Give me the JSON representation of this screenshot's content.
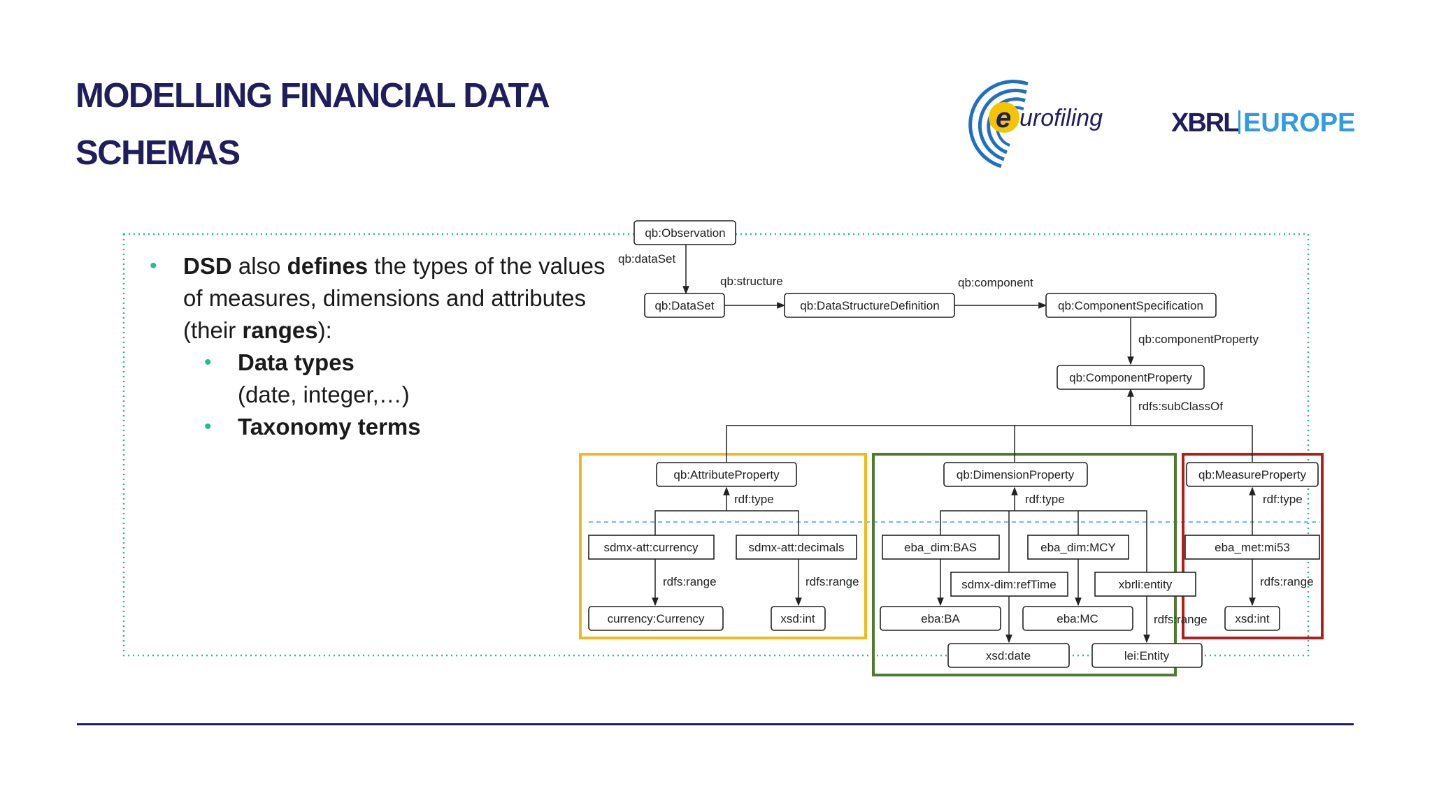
{
  "slide": {
    "title_line1": "MODELLING FINANCIAL DATA",
    "title_line2": "SCHEMAS"
  },
  "logos": {
    "eurofiling_e": "e",
    "eurofiling_text": "urofiling",
    "xbrl": "XBRL",
    "europe": "EUROPE",
    "colors": {
      "eurofiling_blue": "#1f6fc4",
      "eurofiling_yellow": "#f5c400",
      "xbrl_dark": "#1f1d5c",
      "europe_blue": "#2f9be0"
    }
  },
  "bullets": {
    "b1_bold1": "DSD",
    "b1_text1": " also ",
    "b1_bold2": "defines",
    "b1_text2": " the types of the values of measures, dimensions and attributes (their ",
    "b1_bold3": "ranges",
    "b1_text3": "):",
    "sub1_bold": "Data types",
    "sub1_text": "(date, integer,…)",
    "sub2_bold": "Taxonomy terms",
    "bullet_char": "•",
    "bullet_color": "#1fbf8f"
  },
  "diagram": {
    "nodes": {
      "observation": "qb:Observation",
      "dataset": "qb:DataSet",
      "dsd": "qb:DataStructureDefinition",
      "compspec": "qb:ComponentSpecification",
      "compprop": "qb:ComponentProperty",
      "attrprop": "qb:AttributeProperty",
      "dimprop": "qb:DimensionProperty",
      "measprop": "qb:MeasureProperty",
      "currency": "sdmx-att:currency",
      "decimals": "sdmx-att:decimals",
      "currency_class": "currency:Currency",
      "xsdint1": "xsd:int",
      "bas": "eba_dim:BAS",
      "mcy": "eba_dim:MCY",
      "reftime": "sdmx-dim:refTime",
      "entity": "xbrli:entity",
      "ba": "eba:BA",
      "mc": "eba:MC",
      "xsddate": "xsd:date",
      "leientity": "lei:Entity",
      "mi53": "eba_met:mi53",
      "xsdint2": "xsd:int"
    },
    "edges": {
      "dataset_label": "qb:dataSet",
      "structure_label": "qb:structure",
      "component_label": "qb:component",
      "compprop_label": "qb:componentProperty",
      "subclass_label": "rdfs:subClassOf",
      "rdftype_attr": "rdf:type",
      "rdftype_dim": "rdf:type",
      "rdftype_meas": "rdf:type",
      "range_currency": "rdfs:range",
      "range_decimals": "rdfs:range",
      "range_entity": "rdfs:range",
      "range_meas": "rdfs:range"
    },
    "colors": {
      "attribute_group": "#f2b91c",
      "dimension_group": "#4e7a32",
      "measure_group": "#b01e1e",
      "outer_dotted": "#2eb88a",
      "divider_dashed": "#3fa7d6"
    }
  }
}
